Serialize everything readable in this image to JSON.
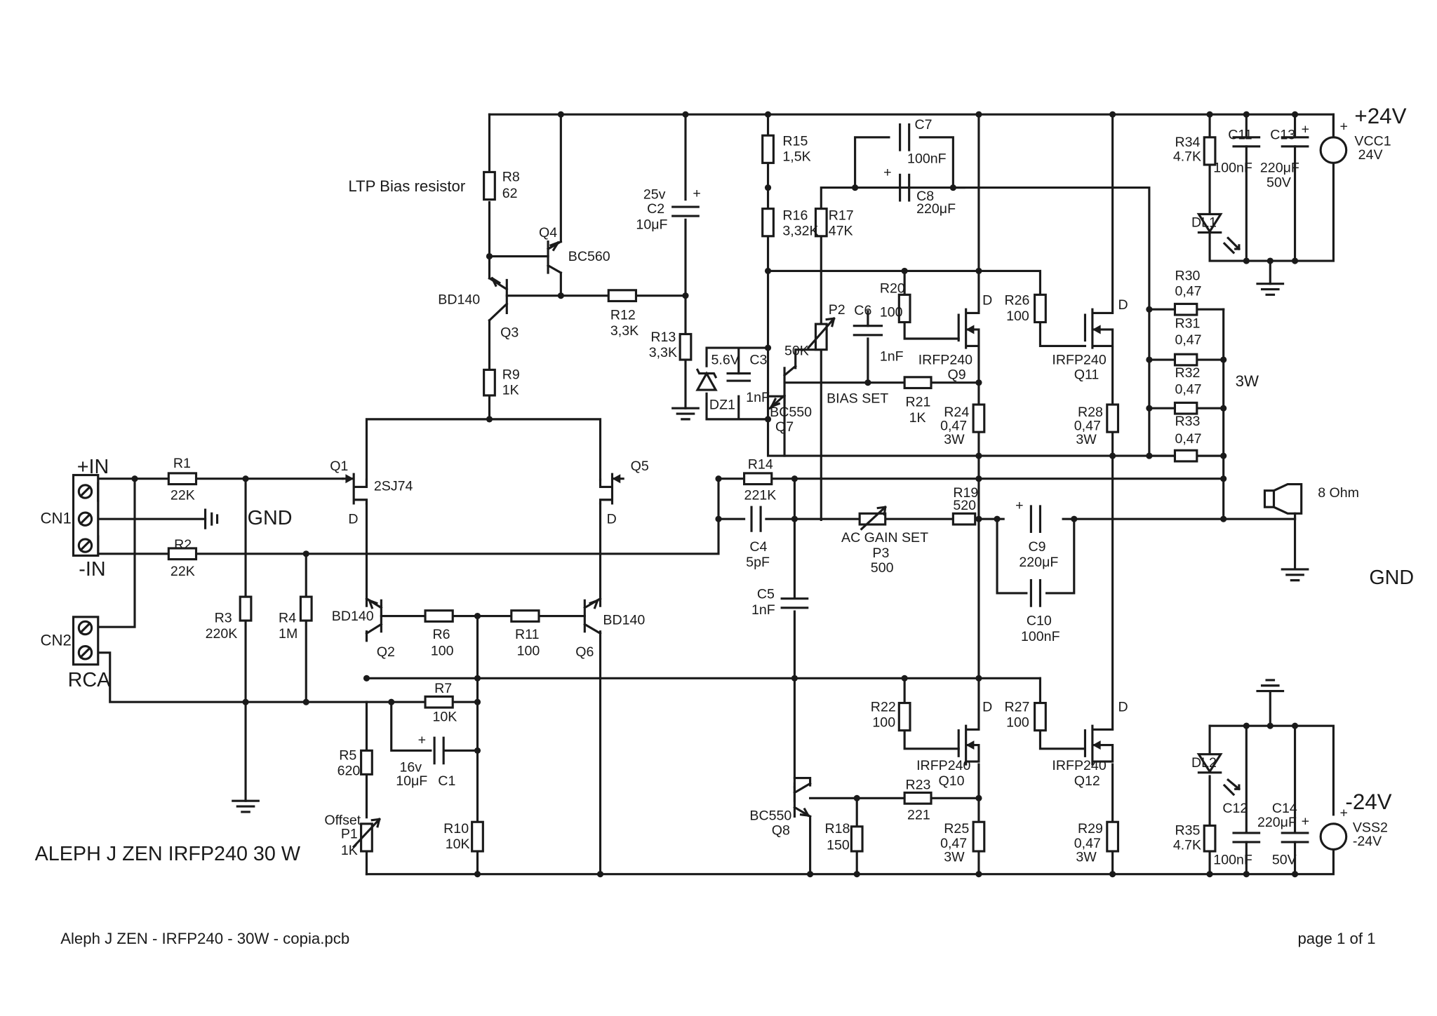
{
  "labels": {
    "R1": "R1",
    "R1v": "22K",
    "R2": "R2",
    "R2v": "22K",
    "R3": "R3",
    "R3v": "220K",
    "R4": "R4",
    "R4v": "1M",
    "R5": "R5",
    "R5v": "620",
    "R6": "R6",
    "R6v": "100",
    "R7": "R7",
    "R7v": "10K",
    "R8": "R8",
    "R8v": "62",
    "R9": "R9",
    "R9v": "1K",
    "R10": "R10",
    "R10v": "10K",
    "R11": "R11",
    "R11v": "100",
    "R12": "R12",
    "R12v": "3,3K",
    "R13": "R13",
    "R13v": "3,3K",
    "R14": "R14",
    "R14v": "221K",
    "R15": "R15",
    "R15v": "1,5K",
    "R16": "R16",
    "R16v": "3,32K",
    "R17": "R17",
    "R17v": "47K",
    "R18": "R18",
    "R18v": "150",
    "R19": "R19",
    "R19v": "520",
    "R20": "R20",
    "R20v": "100",
    "R21": "R21",
    "R21v": "1K",
    "R22": "R22",
    "R22v": "100",
    "R23": "R23",
    "R23v": "221",
    "R24": "R24",
    "R24v": "0,47",
    "R24w": "3W",
    "R25": "R25",
    "R25v": "0,47",
    "R25w": "3W",
    "R26": "R26",
    "R26v": "100",
    "R27": "R27",
    "R27v": "100",
    "R28": "R28",
    "R28v": "0,47",
    "R28w": "3W",
    "R29": "R29",
    "R29v": "0,47",
    "R29w": "3W",
    "R30": "R30",
    "R30v": "0,47",
    "R31": "R31",
    "R31v": "0,47",
    "R32": "R32",
    "R32v": "0,47",
    "R33": "R33",
    "R33v": "0,47",
    "Rpw": "3W",
    "R34": "R34",
    "R34v": "4.7K",
    "R35": "R35",
    "R35v": "4.7K",
    "C1": "C1",
    "C1v": "10μF",
    "C1volt": "16v",
    "C2": "C2",
    "C2v": "10μF",
    "C2volt": "25v",
    "C3": "C3",
    "C3v": "1nF",
    "C4": "C4",
    "C4v": "5pF",
    "C5": "C5",
    "C5v": "1nF",
    "C6": "C6",
    "C6v": "1nF",
    "C7": "C7",
    "C7v": "100nF",
    "C8": "C8",
    "C8v": "220μF",
    "C9": "C9",
    "C9v": "220μF",
    "C10": "C10",
    "C10v": "100nF",
    "C11": "C11",
    "C11v": "100nF",
    "C12": "C12",
    "C12v": "100nF",
    "C13": "C13",
    "C13v": "220μF",
    "C13volt": "50V",
    "C14": "C14",
    "C14v": "220μF",
    "C14volt": "50V",
    "Q1": "Q1",
    "Q1t": "2SJ74",
    "Q2": "Q2",
    "Q2t": "BD140",
    "Q3": "Q3",
    "Q3t": "BD140",
    "Q4": "Q4",
    "Q4t": "BC560",
    "Q5": "Q5",
    "Q6": "Q6",
    "Q6t": "BD140",
    "Q7": "Q7",
    "Q7t": "BC550",
    "Q8": "Q8",
    "Q8t": "BC550",
    "Q9": "Q9",
    "Q9t": "IRFP240",
    "Q10": "Q10",
    "Q10t": "IRFP240",
    "Q11": "Q11",
    "Q11t": "IRFP240",
    "Q12": "Q12",
    "Q12t": "IRFP240",
    "D": "D",
    "P1": "P1",
    "P1t": "Offset",
    "P1v": "1K",
    "P2": "P2",
    "P2v": "50K",
    "P3": "P3",
    "P3v": "500",
    "P3t": "AC GAIN SET",
    "bias": "BIAS SET",
    "DZ1": "DZ1",
    "DZ1v": "5.6V",
    "DL1": "DL1",
    "DL2": "DL2",
    "VCC1": "VCC1",
    "VCC1v": "24V",
    "VSS2": "VSS2",
    "VSS2v": "-24V",
    "pos": "+24V",
    "neg": "-24V",
    "CN1": "CN1",
    "CN2": "CN2",
    "INp": "+IN",
    "INn": "-IN",
    "RCA": "RCA",
    "GND": "GND",
    "spk": "8 Ohm",
    "ltp": "LTP Bias resistor",
    "plus": "+"
  },
  "title": "ALEPH J  ZEN IRFP240 30 W",
  "footer": {
    "file": "Aleph J ZEN - IRFP240 - 30W - copia.pcb",
    "page": "page 1 of 1"
  }
}
